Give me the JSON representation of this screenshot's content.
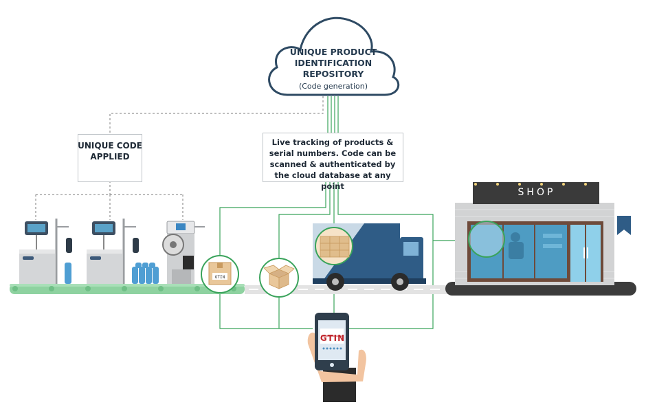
{
  "cloud": {
    "title": "UNIQUE PRODUCT IDENTIFICATION REPOSITORY",
    "subtitle": "(Code generation)"
  },
  "boxes": {
    "unique_code": "UNIQUE CODE APPLIED",
    "live_tracking": "Live tracking of products & serial numbers. Code can be scanned & authenticated by the cloud database at any point"
  },
  "shop": {
    "sign": "SHOP"
  },
  "phone": {
    "code_label": "GTIN"
  },
  "colors": {
    "cloud_stroke": "#2e4a63",
    "connector_green": "#3aa35b",
    "conveyor_green": "#8ed2a0",
    "dashed_line": "#7d7d7d",
    "truck_blue": "#2f5c86",
    "shop_window": "#4e9cc3",
    "road_dark": "#3c3c3c"
  },
  "icons": [
    "cloud-icon",
    "printer-machine-icon",
    "labeler-machine-icon",
    "box-icon",
    "open-box-icon",
    "truck-icon",
    "shop-icon",
    "phone-icon",
    "hand-icon",
    "bookmark-icon"
  ]
}
